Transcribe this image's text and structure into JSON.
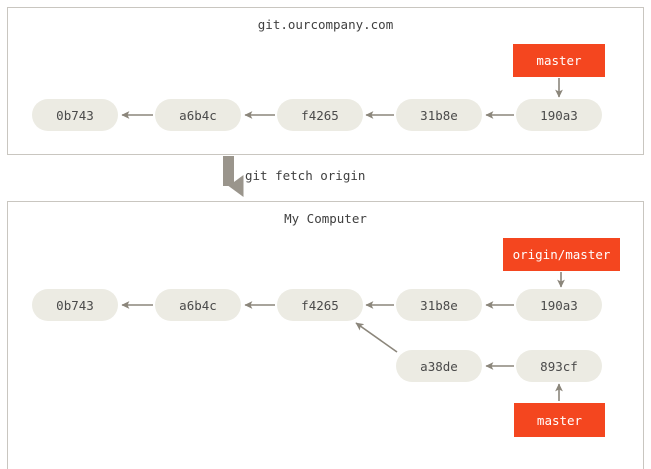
{
  "figure": {
    "kind": "git-branching-diagram",
    "colors": {
      "ref_label_bg": "#f4461f",
      "ref_label_text": "#ffffff",
      "commit_bg": "#ecebe3",
      "commit_text": "#4a4a4a",
      "arrow": "#8b867b",
      "panel_border": "#c9c6c0",
      "page_bg": "#ffffff",
      "transition_arrow": "#9a958c"
    },
    "transition": {
      "command": "git fetch origin",
      "direction": "down",
      "arrow_name": "fetch-down-arrow"
    },
    "panels": [
      {
        "id": "remote",
        "title": "git.ourcompany.com",
        "commits": [
          {
            "id": "0b743",
            "row": 1,
            "col": 1
          },
          {
            "id": "a6b4c",
            "row": 1,
            "col": 2
          },
          {
            "id": "f4265",
            "row": 1,
            "col": 3
          },
          {
            "id": "31b8e",
            "row": 1,
            "col": 4
          },
          {
            "id": "190a3",
            "row": 1,
            "col": 5
          }
        ],
        "refs": [
          {
            "name": "master",
            "points_to": "190a3",
            "position": "above"
          }
        ],
        "edges": [
          {
            "from": "a6b4c",
            "to": "0b743"
          },
          {
            "from": "f4265",
            "to": "a6b4c"
          },
          {
            "from": "31b8e",
            "to": "f4265"
          },
          {
            "from": "190a3",
            "to": "31b8e"
          }
        ]
      },
      {
        "id": "local",
        "title": "My Computer",
        "commits": [
          {
            "id": "0b743",
            "row": 1,
            "col": 1
          },
          {
            "id": "a6b4c",
            "row": 1,
            "col": 2
          },
          {
            "id": "f4265",
            "row": 1,
            "col": 3
          },
          {
            "id": "31b8e",
            "row": 1,
            "col": 4
          },
          {
            "id": "190a3",
            "row": 1,
            "col": 5
          },
          {
            "id": "a38de",
            "row": 2,
            "col": 4
          },
          {
            "id": "893cf",
            "row": 2,
            "col": 5
          }
        ],
        "refs": [
          {
            "name": "origin/master",
            "points_to": "190a3",
            "position": "above"
          },
          {
            "name": "master",
            "points_to": "893cf",
            "position": "below"
          }
        ],
        "edges": [
          {
            "from": "a6b4c",
            "to": "0b743"
          },
          {
            "from": "f4265",
            "to": "a6b4c"
          },
          {
            "from": "31b8e",
            "to": "f4265"
          },
          {
            "from": "190a3",
            "to": "31b8e"
          },
          {
            "from": "a38de",
            "to": "f4265"
          },
          {
            "from": "893cf",
            "to": "a38de"
          }
        ]
      }
    ]
  }
}
